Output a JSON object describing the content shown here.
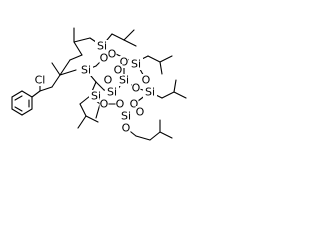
{
  "structure": {
    "atoms": [
      {
        "id": "cl",
        "symbol": "Cl"
      },
      {
        "id": "si1",
        "symbol": "Si"
      },
      {
        "id": "si2",
        "symbol": "Si"
      },
      {
        "id": "si3",
        "symbol": "Si"
      },
      {
        "id": "si4",
        "symbol": "Si"
      },
      {
        "id": "si5",
        "symbol": "Si"
      },
      {
        "id": "si6",
        "symbol": "Si"
      },
      {
        "id": "si7",
        "symbol": "Si"
      },
      {
        "id": "si8",
        "symbol": "Si"
      },
      {
        "id": "o1",
        "symbol": "O"
      },
      {
        "id": "o2",
        "symbol": "O"
      },
      {
        "id": "o3",
        "symbol": "O"
      },
      {
        "id": "o4",
        "symbol": "O"
      },
      {
        "id": "o5",
        "symbol": "O"
      },
      {
        "id": "o6",
        "symbol": "O"
      },
      {
        "id": "o7",
        "symbol": "O"
      },
      {
        "id": "o8",
        "symbol": "O"
      },
      {
        "id": "o9",
        "symbol": "O"
      },
      {
        "id": "o10",
        "symbol": "O"
      },
      {
        "id": "o11",
        "symbol": "O"
      },
      {
        "id": "o12",
        "symbol": "O"
      }
    ]
  }
}
